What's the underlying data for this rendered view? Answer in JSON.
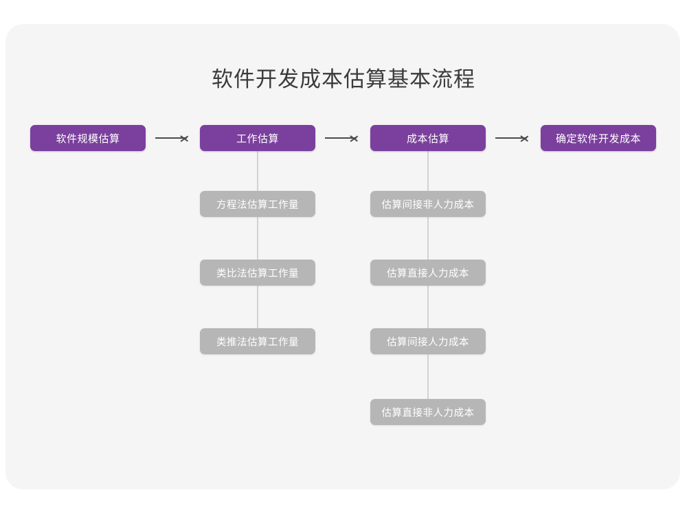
{
  "diagram": {
    "title": "软件开发成本估算基本流程",
    "colors": {
      "background": "#ffffff",
      "card": "#f5f5f5",
      "primary_node": "#7b3f9d",
      "secondary_node": "#b6b6b6",
      "node_text": "#ffffff",
      "title_text": "#3b3b3b",
      "arrow": "#4a4a4a",
      "connector": "#d2d2d2"
    },
    "main_steps": [
      {
        "label": "软件规模估算"
      },
      {
        "label": "工作估算"
      },
      {
        "label": "成本估算"
      },
      {
        "label": "确定软件开发成本"
      }
    ],
    "arrows": [
      {
        "label": "arrow-1"
      },
      {
        "label": "arrow-2"
      },
      {
        "label": "arrow-3"
      }
    ],
    "branch_effort": [
      {
        "label": "方程法估算工作量"
      },
      {
        "label": "类比法估算工作量"
      },
      {
        "label": "类推法估算工作量"
      }
    ],
    "branch_cost": [
      {
        "label": "估算间接非人力成本"
      },
      {
        "label": "估算直接人力成本"
      },
      {
        "label": "估算间接人力成本"
      },
      {
        "label": "估算直接非人力成本"
      }
    ]
  }
}
